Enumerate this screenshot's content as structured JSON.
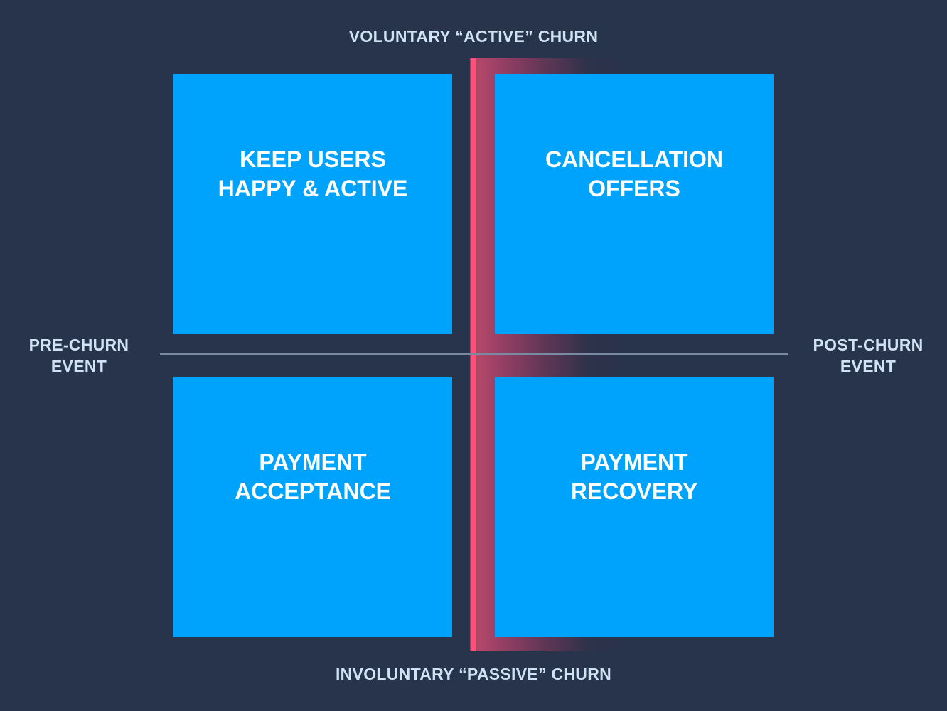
{
  "axes": {
    "top": "VOLUNTARY “ACTIVE” CHURN",
    "bottom": "INVOLUNTARY “PASSIVE” CHURN",
    "left": [
      "PRE-CHURN",
      "EVENT"
    ],
    "right": [
      "POST-CHURN",
      "EVENT"
    ]
  },
  "quadrants": {
    "top_left": [
      "KEEP USERS",
      "HAPPY & ACTIVE"
    ],
    "top_right": [
      "CANCELLATION",
      "OFFERS"
    ],
    "bottom_left": [
      "PAYMENT",
      "ACCEPTANCE"
    ],
    "bottom_right": [
      "PAYMENT",
      "RECOVERY"
    ]
  },
  "colors": {
    "background": "#27344b",
    "quadrant_fill": "#00a3fc",
    "churn_line": "#ff4f7b",
    "divider": "#7a8aa2",
    "axis_text": "#cfe3f5",
    "quadrant_text": "#ffffff"
  }
}
